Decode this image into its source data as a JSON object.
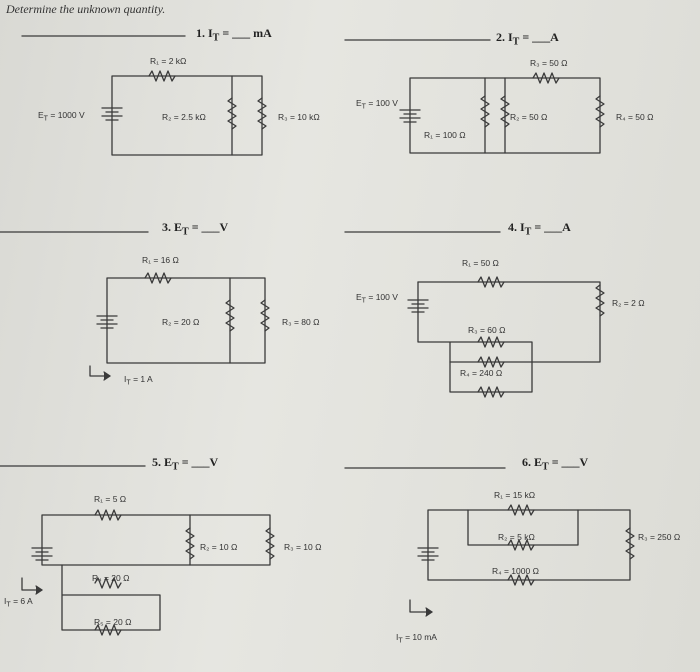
{
  "header": "Determine the unknown quantity.",
  "problems": [
    {
      "question": "1. I",
      "subscript": "T",
      "suffix": "= ___ mA",
      "labels": {
        "source": "E",
        "source_sub": "T",
        "source_val": "= 1000 V",
        "r1": "R₁ = 2 kΩ",
        "r2": "R₂ = 2.5 kΩ",
        "r3": "R₃ = 10 kΩ"
      }
    },
    {
      "question": "2. I",
      "subscript": "T",
      "suffix": "= ___A",
      "labels": {
        "source": "E",
        "source_sub": "T",
        "source_val": "= 100 V",
        "r1": "R₁ = 100 Ω",
        "r2": "R₂ = 50 Ω",
        "r3": "R₃ = 50 Ω",
        "r4": "R₄ = 50 Ω"
      }
    },
    {
      "question": "3. E",
      "subscript": "T",
      "suffix": "= ___V",
      "labels": {
        "r1": "R₁ = 16 Ω",
        "r2": "R₂ = 20 Ω",
        "r3": "R₃ = 80 Ω",
        "it": "I",
        "it_sub": "T",
        "it_val": "= 1 A"
      }
    },
    {
      "question": "4. I",
      "subscript": "T",
      "suffix": "= ___A",
      "labels": {
        "source": "E",
        "source_sub": "T",
        "source_val": "= 100 V",
        "r1": "R₁ = 50 Ω",
        "r2": "R₂ = 2 Ω",
        "r3": "R₃ = 60 Ω",
        "r4": "R₄ = 240 Ω"
      }
    },
    {
      "question": "5. E",
      "subscript": "T",
      "suffix": "= ___V",
      "labels": {
        "r1": "R₁ = 5 Ω",
        "r2": "R₂ = 10 Ω",
        "r3": "R₃ = 10 Ω",
        "r4": "R₄ = 20 Ω",
        "r5": "R₅ = 20 Ω",
        "it": "I",
        "it_sub": "T",
        "it_val": "= 6 A"
      }
    },
    {
      "question": "6. E",
      "subscript": "T",
      "suffix": "= ___V",
      "labels": {
        "r1": "R₁ = 15 kΩ",
        "r2": "R₂ = 5 kΩ",
        "r3": "R₃ = 250 Ω",
        "r4": "R₄ = 1000 Ω",
        "it": "I",
        "it_sub": "T",
        "it_val": "= 10 mA"
      }
    }
  ]
}
